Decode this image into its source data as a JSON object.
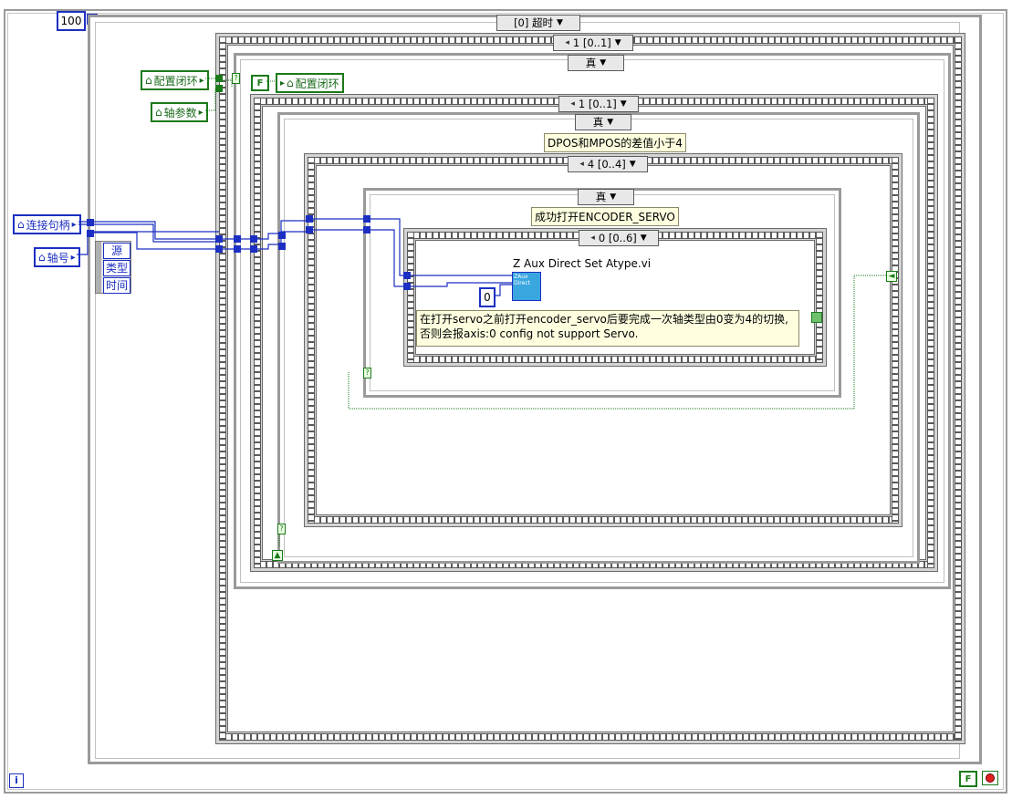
{
  "loop_count": "100",
  "timeout_selector": {
    "value": "[0] 超时"
  },
  "case_selectors": {
    "outer_1": "1 [0..1]",
    "true_1": "真",
    "inner_1": "1 [0..1]",
    "true_2": "真",
    "step_4": "4 [0..4]",
    "true_3": "真",
    "step_0": "0 [0..6]"
  },
  "labels": {
    "dpos_mpos": "DPOS和MPOS的差值小于4",
    "encoder_servo": "成功打开ENCODER_SERVO",
    "vi_name": "Z Aux Direct Set Atype.vi",
    "comment_line1": "在打开servo之前打开encoder_servo后要完成一次轴类型由0变为4的切换,",
    "comment_line2": "否则会报axis:0 config not support Servo."
  },
  "inputs": {
    "config_closed_loop": "配置闭环",
    "axis_params": "轴参数",
    "conn_handle": "连接句柄",
    "axis_no": "轴号",
    "config_closed_loop_out": "配置闭环",
    "bool_false": "F",
    "const_zero": "0"
  },
  "cluster": {
    "items": [
      "源",
      "类型",
      "时间"
    ]
  },
  "loop_index": "i",
  "stop_bool": "F",
  "vi_icon_text": [
    "ZAux",
    "Direct"
  ]
}
